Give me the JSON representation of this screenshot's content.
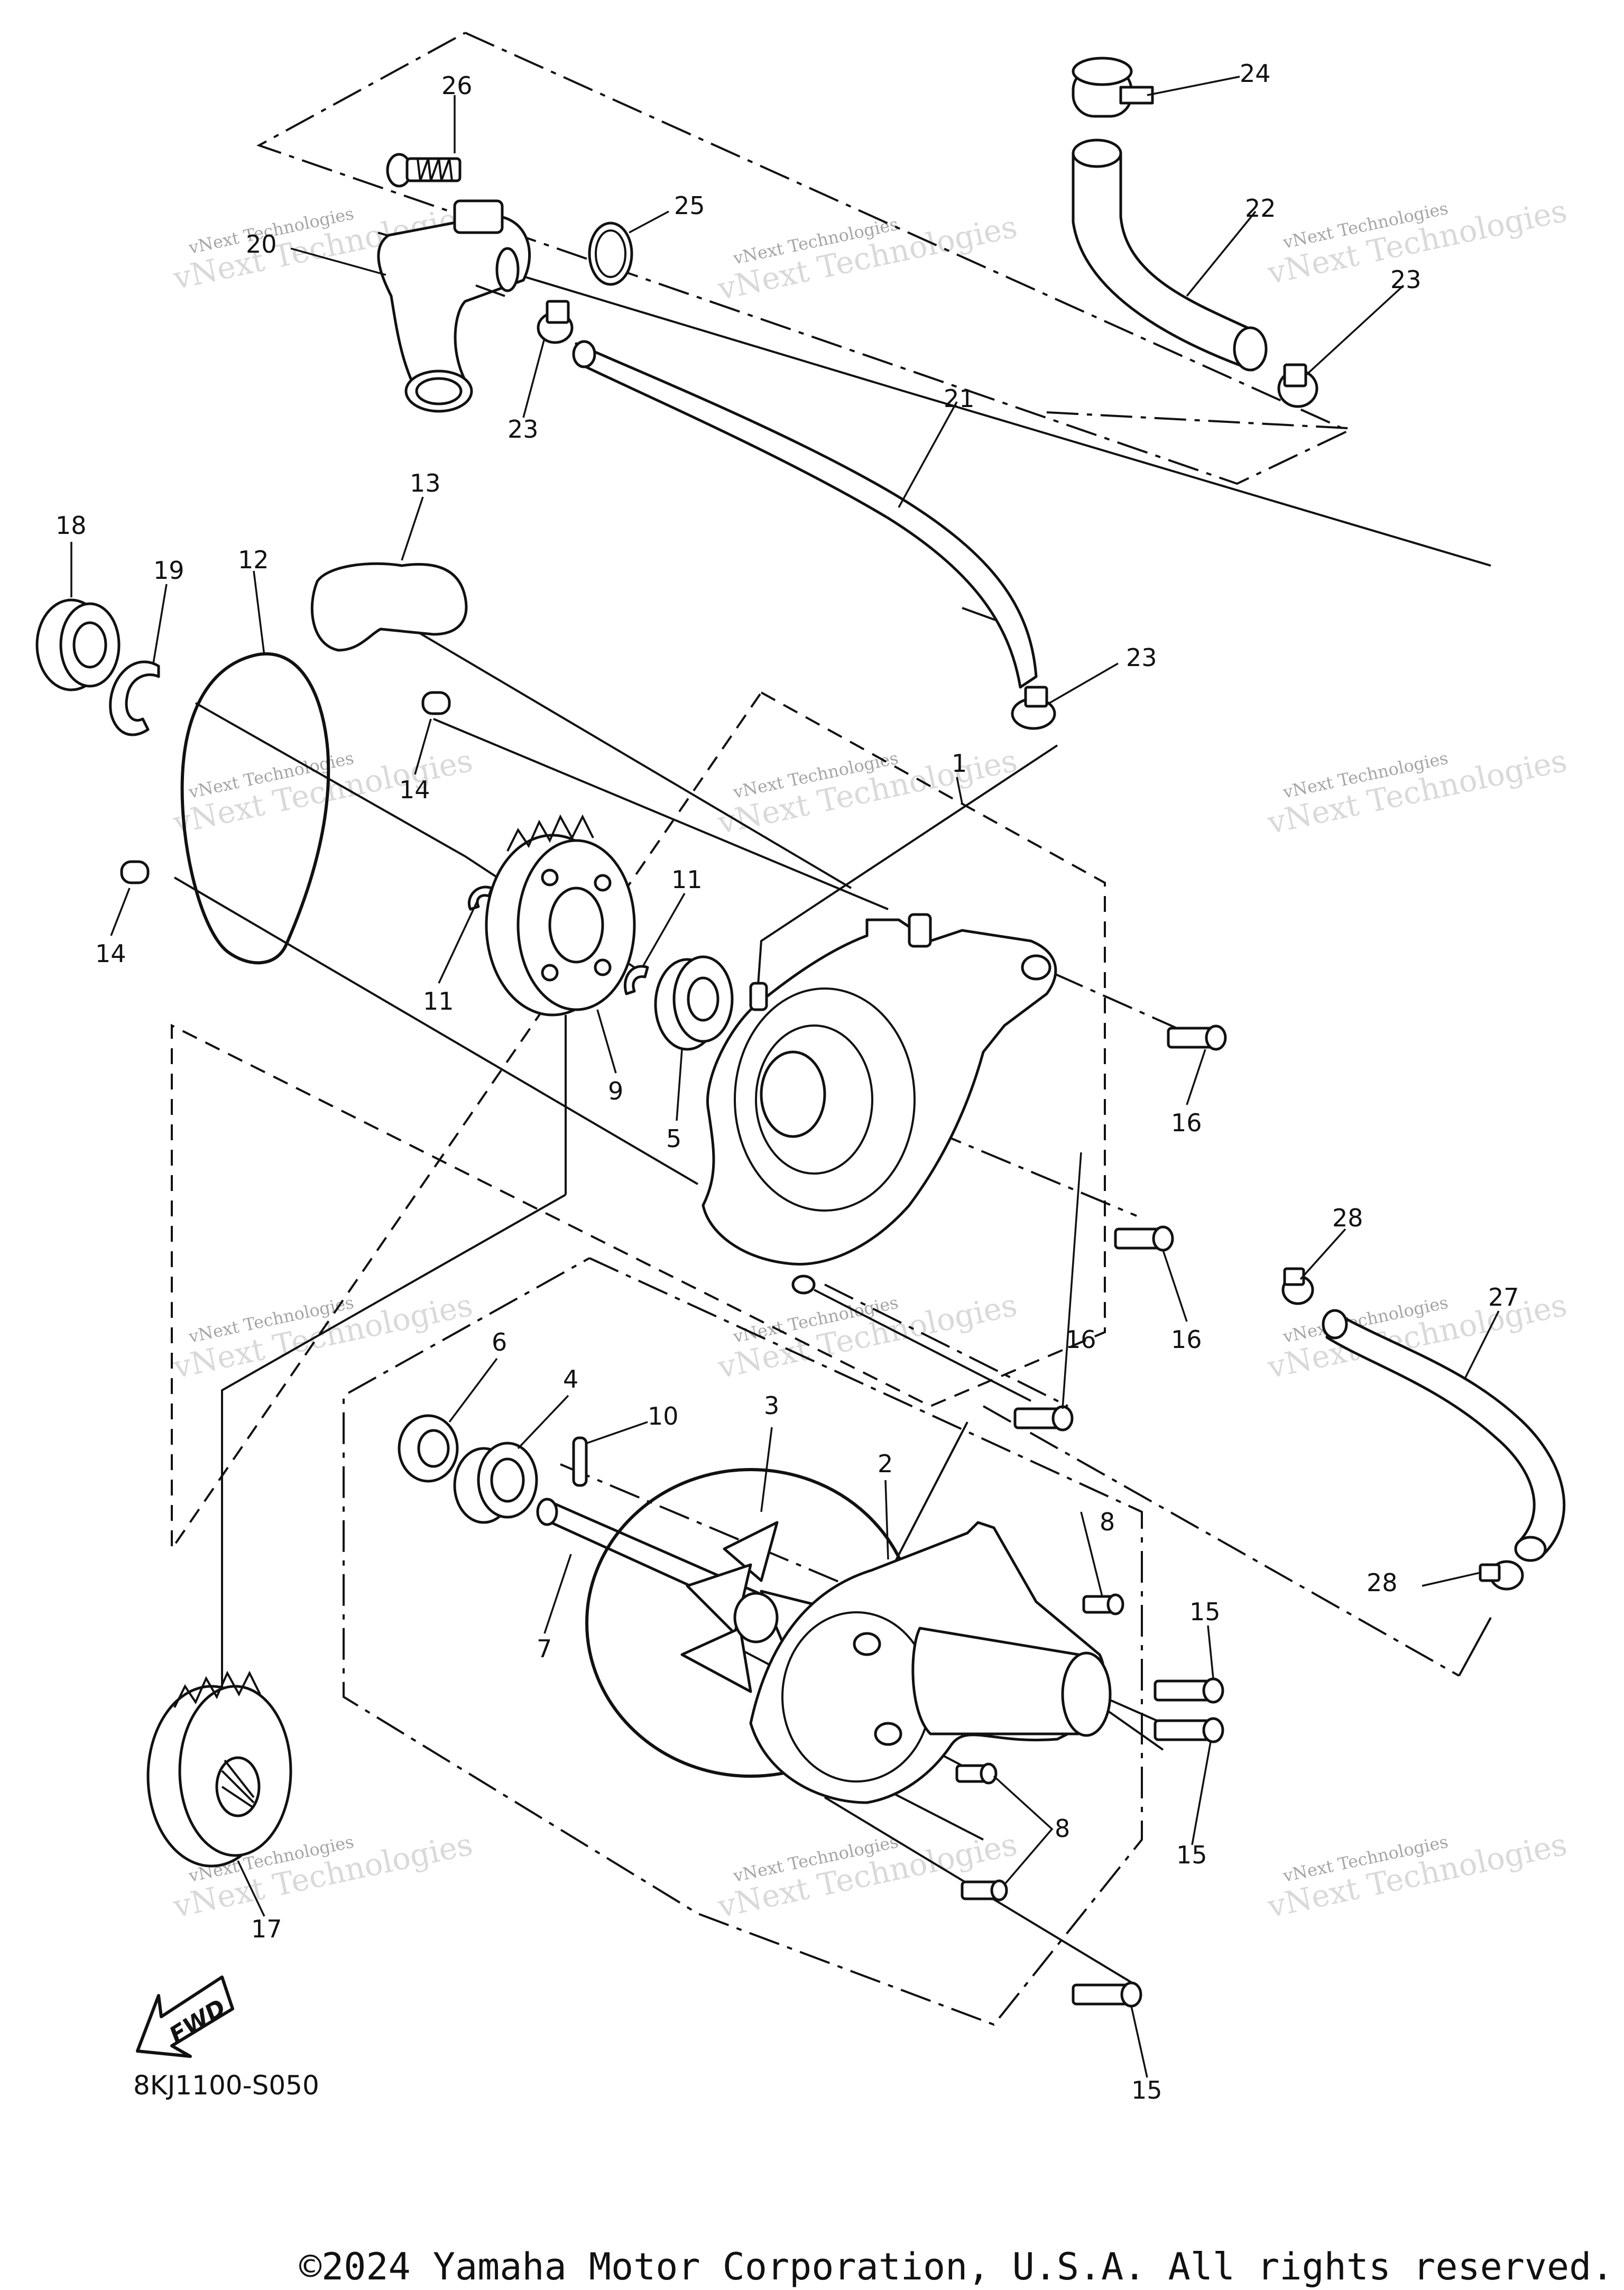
{
  "diagram": {
    "code": "8KJ1100-S050",
    "fwd_label": "FWD",
    "copyright": "©2024 Yamaha Motor Corporation, U.S.A. All rights reserved.",
    "watermark_line1": "vNext Technologies",
    "watermark_line2": "vNext Technologies",
    "callouts": [
      "26",
      "24",
      "25",
      "20",
      "22",
      "23",
      "23",
      "21",
      "13",
      "18",
      "19",
      "12",
      "23",
      "1",
      "14",
      "14",
      "11",
      "11",
      "9",
      "5",
      "16",
      "16",
      "28",
      "27",
      "6",
      "4",
      "10",
      "3",
      "2",
      "16",
      "8",
      "15",
      "7",
      "15",
      "8",
      "28",
      "15",
      "17"
    ]
  },
  "colors": {
    "ink": "#111111",
    "watermark": "#d9d9d9",
    "background": "#ffffff"
  },
  "icons": {
    "direction": "fwd-arrow-icon"
  }
}
